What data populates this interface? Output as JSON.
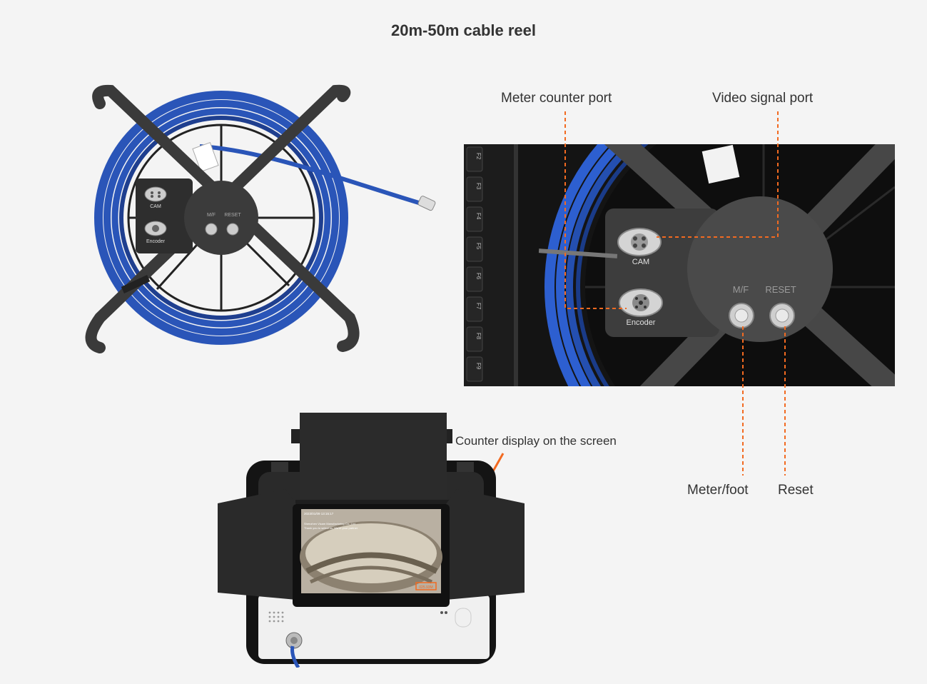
{
  "title": "20m-50m cable reel",
  "labels": {
    "meter_counter_port": "Meter counter port",
    "video_signal_port": "Video signal port",
    "meter_foot": "Meter/foot",
    "reset": "Reset",
    "counter_display": "Counter display on the screen"
  },
  "reel_panel": {
    "cam": "CAM",
    "encoder": "Encoder",
    "mf": "M/F",
    "reset": "RESET"
  },
  "keyboard_keys": [
    "F2",
    "F3",
    "F4",
    "F5",
    "F6",
    "F7",
    "F8",
    "F9"
  ],
  "monitor_screen": {
    "header": "2023/01/09 13:15:17",
    "line1": "Shenzhen Vicam Manufacturing Co., Ltd",
    "line2": "Thank you to select us. We're your partner",
    "counter": "025.93M"
  },
  "colors": {
    "accent_orange": "#f26a21",
    "cable_blue": "#2a55b8",
    "frame_dark": "#333333"
  }
}
